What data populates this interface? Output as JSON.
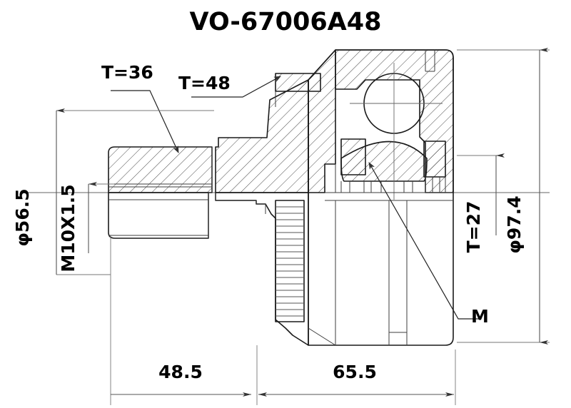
{
  "drawing": {
    "title": "VO-67006A48",
    "type": "cv-joint-technical-drawing",
    "background_color": "#ffffff",
    "line_color": "#1a1a1a"
  },
  "labels": {
    "teeth_outer": "T=36",
    "teeth_flange": "T=48",
    "teeth_inner": "T=27",
    "marker_m": "M"
  },
  "dimensions": {
    "diameter_small": "φ56.5",
    "thread": "M10X1.5",
    "diameter_large": "φ97.4",
    "length_left": "48.5",
    "length_right": "65.5"
  },
  "chart_data": {
    "type": "table",
    "title": "VO-67006A48",
    "categories": [
      "T=36",
      "T=48",
      "T=27",
      "φ56.5",
      "M10X1.5",
      "φ97.4",
      "48.5",
      "65.5"
    ],
    "values": [
      36,
      48,
      27,
      56.5,
      10,
      97.4,
      48.5,
      65.5
    ],
    "xlabel": "",
    "ylabel": ""
  }
}
